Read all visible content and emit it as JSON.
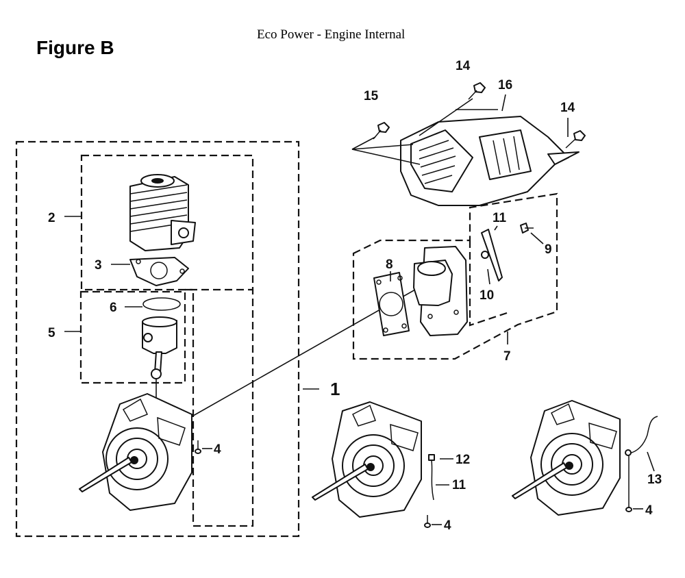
{
  "figure_label": "Figure B",
  "subtitle": "Eco Power - Engine Internal",
  "callouts": {
    "c1": "1",
    "c2": "2",
    "c3": "3",
    "c4a": "4",
    "c4b": "4",
    "c4c": "4",
    "c5": "5",
    "c6": "6",
    "c7": "7",
    "c8": "8",
    "c9": "9",
    "c10": "10",
    "c11a": "11",
    "c11b": "11",
    "c12": "12",
    "c13": "13",
    "c14a": "14",
    "c14b": "14",
    "c15": "15",
    "c16": "16"
  },
  "parts": {
    "cylinder": "cylinder-icon",
    "gasket": "gasket-icon",
    "piston": "piston-icon",
    "piston_ring": "piston-ring-icon",
    "crankcase": "crankcase-icon",
    "shroud": "cylinder-cover-icon",
    "muffler": "muffler-icon",
    "muffler_gasket": "muffler-gasket-icon",
    "screw": "screw-icon",
    "wire": "ground-wire-icon"
  }
}
